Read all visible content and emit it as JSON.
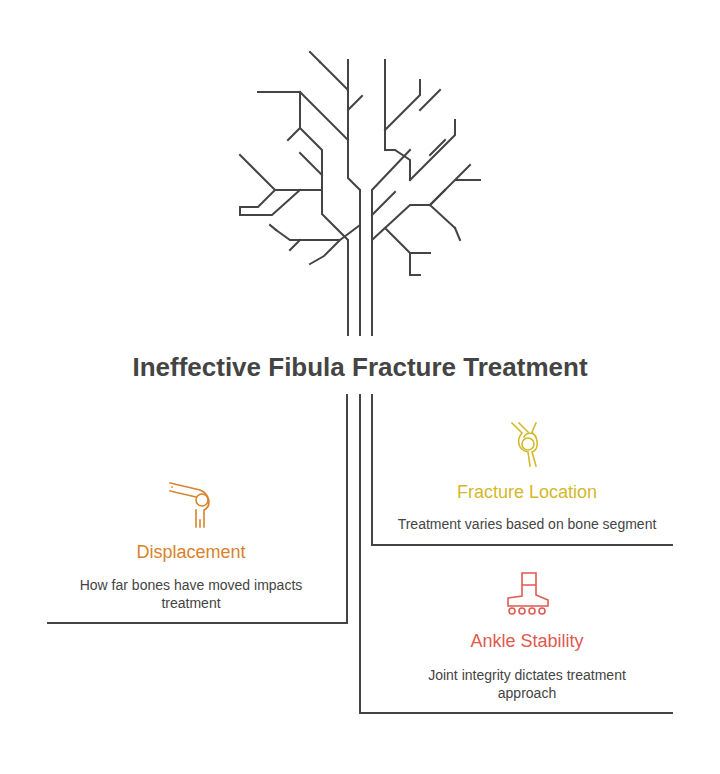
{
  "diagram": {
    "title": "Ineffective Fibula Fracture Treatment",
    "labels": [
      "Fracture Location",
      "Treatment varies based on bone segment",
      "Displacement",
      "How far bones have moved impacts treatment",
      "Ankle Stability",
      "Joint integrity dictates treatment approach"
    ]
  }
}
